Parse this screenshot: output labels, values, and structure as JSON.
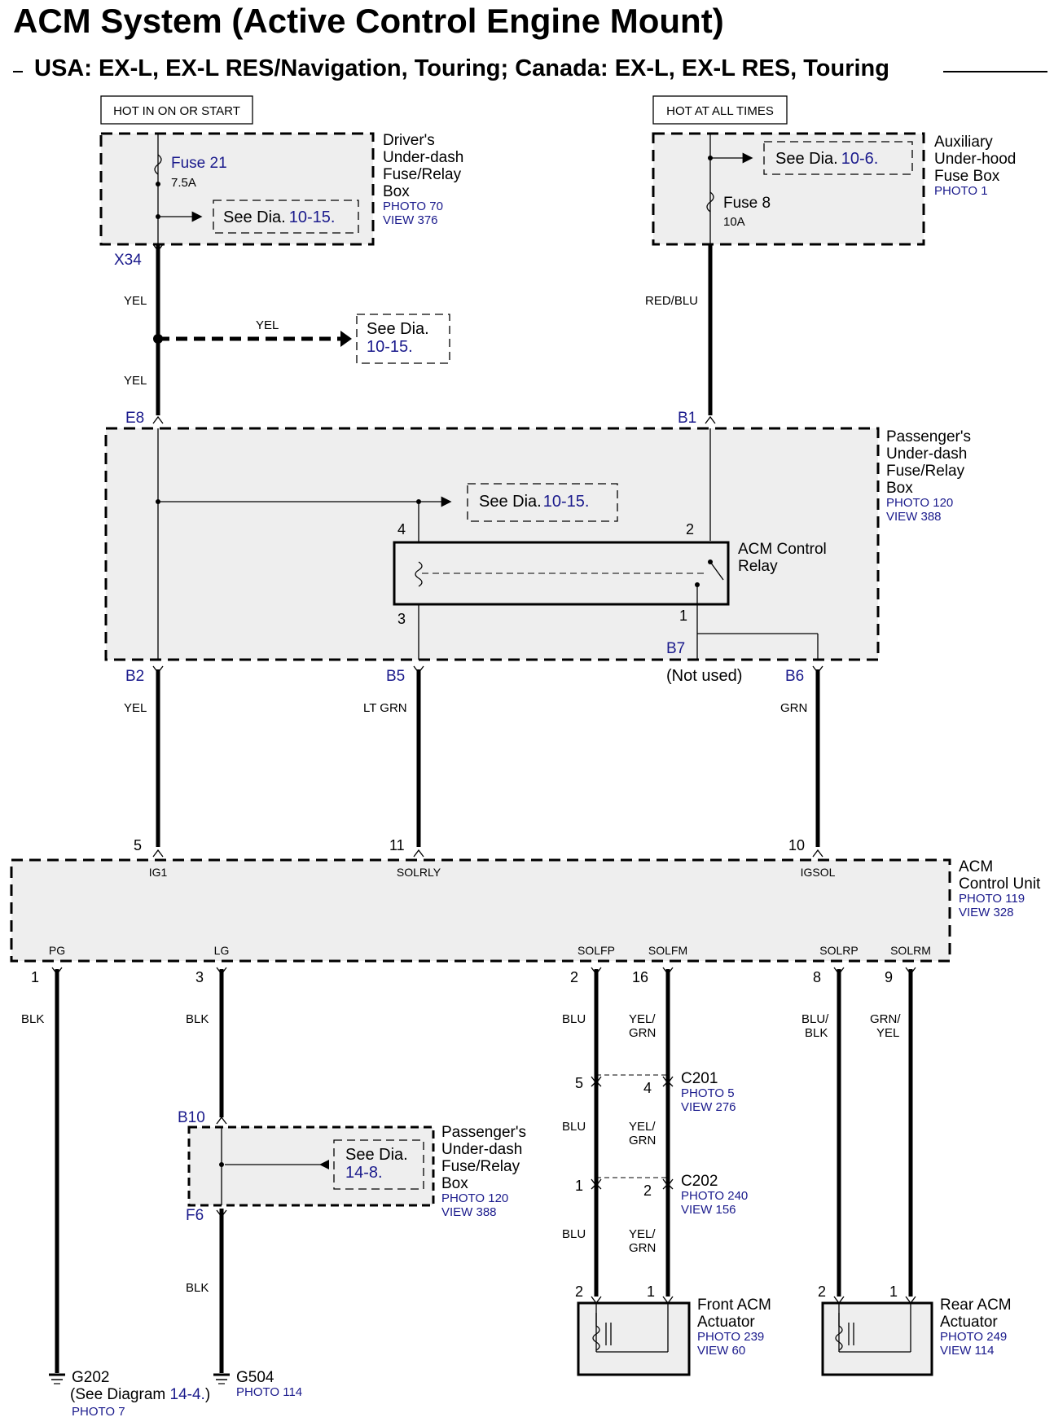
{
  "title": "ACM System (Active Control Engine Mount)",
  "subtitle": "USA: EX-L, EX-L RES/Navigation, Touring; Canada: EX-L, EX-L RES, Touring",
  "power_labels": {
    "hot_in_on_or_start": "HOT IN ON OR START",
    "hot_at_all_times": "HOT AT ALL TIMES"
  },
  "components": {
    "drivers_fuse_box": {
      "name_lines": [
        "Driver's",
        "Under-dash",
        "Fuse/Relay",
        "Box"
      ],
      "photo": "PHOTO 70",
      "view": "VIEW 376"
    },
    "aux_fuse_box": {
      "name_lines": [
        "Auxiliary",
        "Under-hood",
        "Fuse Box"
      ],
      "photo": "PHOTO 1"
    },
    "passengers_fuse_box": {
      "name_lines": [
        "Passenger's",
        "Under-dash",
        "Fuse/Relay",
        "Box"
      ],
      "photo": "PHOTO 120",
      "view": "VIEW 388"
    },
    "acm_relay": {
      "name_lines": [
        "ACM Control",
        "Relay"
      ]
    },
    "acm_unit": {
      "name_lines": [
        "ACM",
        "Control Unit"
      ],
      "photo": "PHOTO 119",
      "view": "VIEW 328"
    },
    "passengers_fuse_box_2": {
      "name_lines": [
        "Passenger's",
        "Under-dash",
        "Fuse/Relay",
        "Box"
      ],
      "photo": "PHOTO 120",
      "view": "VIEW 388"
    },
    "front_actuator": {
      "name_lines": [
        "Front ACM",
        "Actuator"
      ],
      "photo": "PHOTO 239",
      "view": "VIEW 60"
    },
    "rear_actuator": {
      "name_lines": [
        "Rear ACM",
        "Actuator"
      ],
      "photo": "PHOTO 249",
      "view": "VIEW 114"
    }
  },
  "fuses": {
    "fuse21": {
      "name": "Fuse 21",
      "rating": "7.5A"
    },
    "fuse8": {
      "name": "Fuse 8",
      "rating": "10A"
    }
  },
  "see_refs": {
    "see_dia_prefix": "See Dia.",
    "ref_10_15": "10-15.",
    "ref_10_6": "10-6.",
    "ref_14_8": "14-8."
  },
  "connectors": {
    "x34": "X34",
    "e8": "E8",
    "b1": "B1",
    "b2": "B2",
    "b5": "B5",
    "b6": "B6",
    "b7": "B7",
    "b10": "B10",
    "f6": "F6",
    "c201": {
      "name": "C201",
      "photo": "PHOTO 5",
      "view": "VIEW 276"
    },
    "c202": {
      "name": "C202",
      "photo": "PHOTO 240",
      "view": "VIEW 156"
    }
  },
  "not_used": "(Not used)",
  "wire_colors": {
    "yel": "YEL",
    "red_blu": "RED/BLU",
    "lt_grn": "LT GRN",
    "grn": "GRN",
    "blk": "BLK",
    "blu": "BLU",
    "yel_": "YEL/",
    "grn_line": "GRN",
    "blu_": "BLU/",
    "blk_line": "BLK",
    "grn_": "GRN/",
    "yel_line": "YEL"
  },
  "pins": {
    "relay_4": "4",
    "relay_2": "2",
    "relay_3": "3",
    "relay_1": "1",
    "acm_5": "5",
    "acm_11": "11",
    "acm_10": "10",
    "acm_1": "1",
    "acm_3": "3",
    "acm_2": "2",
    "acm_16": "16",
    "acm_8": "8",
    "acm_9": "9",
    "c201_5": "5",
    "c201_4": "4",
    "c202_1": "1",
    "c202_2": "2",
    "front_2": "2",
    "front_1": "1",
    "rear_2": "2",
    "rear_1": "1"
  },
  "signals": {
    "ig1": "IG1",
    "solrly": "SOLRLY",
    "igsol": "IGSOL",
    "pg": "PG",
    "lg": "LG",
    "solfp": "SOLFP",
    "solfm": "SOLFM",
    "solrp": "SOLRP",
    "solrm": "SOLRM"
  },
  "grounds": {
    "g202": {
      "name": "G202",
      "note_prefix": "(See Diagram ",
      "note_ref": "14-4.",
      "note_suffix": ")",
      "photo": "PHOTO 7"
    },
    "g504": {
      "name": "G504",
      "photo": "PHOTO 114"
    }
  }
}
